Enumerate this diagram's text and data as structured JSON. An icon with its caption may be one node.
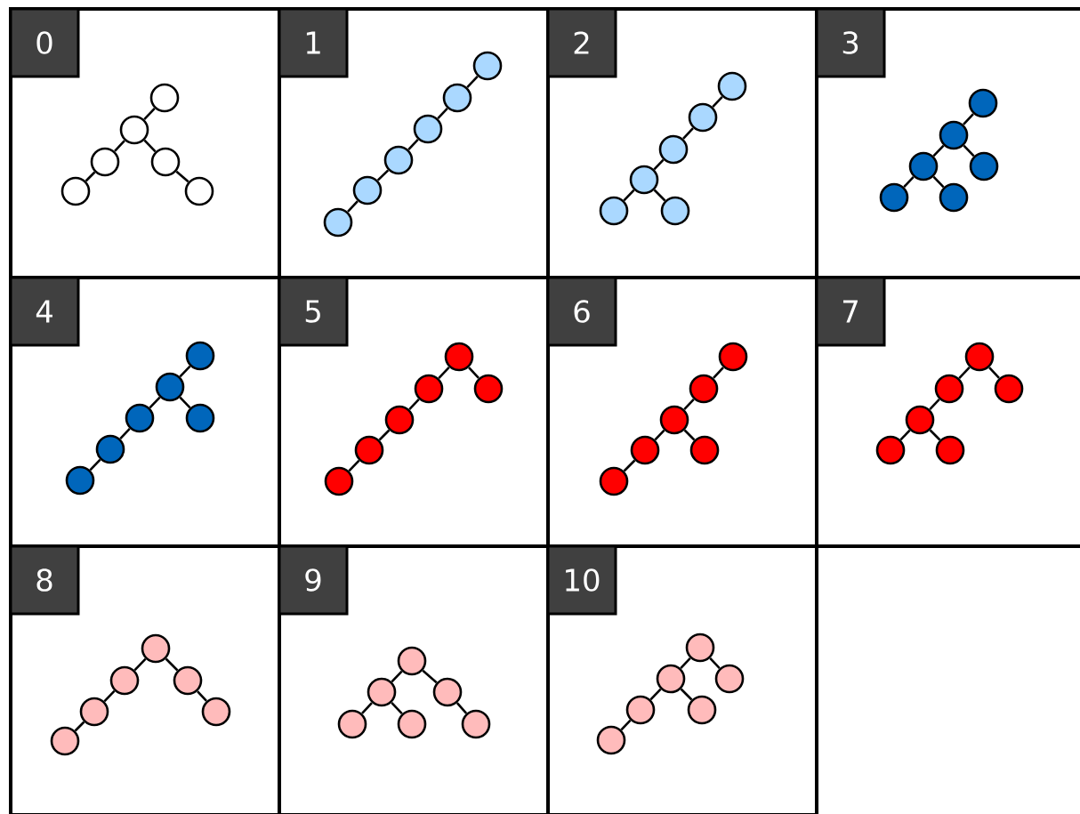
{
  "diagram": {
    "nodes": [
      {
        "text": [
          "0"
        ]
      },
      {
        "text": [],
        "shape": "circle",
        "in": 0
      },
      {
        "text": [],
        "shape": "circle",
        "in": 0
      },
      {
        "text": [],
        "shape": "circle",
        "in": 0
      },
      {
        "text": [],
        "shape": "circle",
        "in": 0
      },
      {
        "text": [],
        "shape": "circle",
        "in": 0
      },
      {
        "text": [],
        "shape": "circle",
        "in": 0
      },
      {
        "text": [
          "1"
        ]
      },
      {
        "text": [],
        "shape": "circle",
        "in": 7
      },
      {
        "text": [],
        "shape": "circle",
        "in": 7
      },
      {
        "text": [],
        "shape": "circle",
        "in": 7
      },
      {
        "text": [],
        "shape": "circle",
        "in": 7
      },
      {
        "text": [],
        "shape": "circle",
        "in": 7
      },
      {
        "text": [],
        "shape": "circle",
        "in": 7
      },
      {
        "text": [
          "2"
        ]
      },
      {
        "text": [],
        "shape": "circle",
        "in": 14
      },
      {
        "text": [],
        "shape": "circle",
        "in": 14
      },
      {
        "text": [],
        "shape": "circle",
        "in": 14
      },
      {
        "text": [],
        "shape": "circle",
        "in": 14
      },
      {
        "text": [],
        "shape": "circle",
        "in": 14
      },
      {
        "text": [],
        "shape": "circle",
        "in": 14
      },
      {
        "text": [
          "3"
        ]
      },
      {
        "text": [],
        "shape": "circle",
        "in": 21
      },
      {
        "text": [],
        "shape": "circle",
        "in": 21
      },
      {
        "text": [],
        "shape": "circle",
        "in": 21
      },
      {
        "text": [],
        "shape": "circle",
        "in": 21
      },
      {
        "text": [],
        "shape": "circle",
        "in": 21
      },
      {
        "text": [],
        "shape": "circle",
        "in": 21
      },
      {
        "text": [
          "4"
        ]
      },
      {
        "text": [],
        "shape": "circle",
        "in": 28
      },
      {
        "text": [],
        "shape": "circle",
        "in": 28
      },
      {
        "text": [],
        "shape": "circle",
        "in": 28
      },
      {
        "text": [],
        "shape": "circle",
        "in": 28
      },
      {
        "text": [],
        "shape": "circle",
        "in": 28
      },
      {
        "text": [],
        "shape": "circle",
        "in": 28
      },
      {
        "text": [
          "5"
        ]
      },
      {
        "text": [],
        "shape": "circle",
        "in": 35
      },
      {
        "text": [],
        "shape": "circle",
        "in": 35
      },
      {
        "text": [],
        "shape": "circle",
        "in": 35
      },
      {
        "text": [],
        "shape": "circle",
        "in": 35
      },
      {
        "text": [],
        "shape": "circle",
        "in": 35
      },
      {
        "text": [],
        "shape": "circle",
        "in": 35
      },
      {
        "text": [
          "6"
        ]
      },
      {
        "text": [],
        "shape": "circle",
        "in": 42
      },
      {
        "text": [],
        "shape": "circle",
        "in": 42
      },
      {
        "text": [],
        "shape": "circle",
        "in": 42
      },
      {
        "text": [],
        "shape": "circle",
        "in": 42
      },
      {
        "text": [],
        "shape": "circle",
        "in": 42
      },
      {
        "text": [],
        "shape": "circle",
        "in": 42
      },
      {
        "text": [
          "7"
        ]
      },
      {
        "text": [],
        "shape": "circle",
        "in": 49
      },
      {
        "text": [],
        "shape": "circle",
        "in": 49
      },
      {
        "text": [],
        "shape": "circle",
        "in": 49
      },
      {
        "text": [],
        "shape": "circle",
        "in": 49
      },
      {
        "text": [],
        "shape": "circle",
        "in": 49
      },
      {
        "text": [],
        "shape": "circle",
        "in": 49
      },
      {
        "text": [
          "8"
        ]
      },
      {
        "text": [],
        "shape": "circle",
        "in": 56
      },
      {
        "text": [],
        "shape": "circle",
        "in": 56
      },
      {
        "text": [],
        "shape": "circle",
        "in": 56
      },
      {
        "text": [],
        "shape": "circle",
        "in": 56
      },
      {
        "text": [],
        "shape": "circle",
        "in": 56
      },
      {
        "text": [],
        "shape": "circle",
        "in": 56
      },
      {
        "text": [
          "9"
        ]
      },
      {
        "text": [],
        "shape": "circle",
        "in": 63
      },
      {
        "text": [],
        "shape": "circle",
        "in": 63
      },
      {
        "text": [],
        "shape": "circle",
        "in": 63
      },
      {
        "text": [],
        "shape": "circle",
        "in": 63
      },
      {
        "text": [],
        "shape": "circle",
        "in": 63
      },
      {
        "text": [],
        "shape": "circle",
        "in": 63
      },
      {
        "text": [
          "10"
        ]
      },
      {
        "text": [],
        "shape": "circle",
        "in": 70
      },
      {
        "text": [],
        "shape": "circle",
        "in": 70
      },
      {
        "text": [],
        "shape": "circle",
        "in": 70
      },
      {
        "text": [],
        "shape": "circle",
        "in": 70
      },
      {
        "text": [],
        "shape": "circle",
        "in": 70
      },
      {
        "text": [],
        "shape": "circle",
        "in": 70
      }
    ],
    "edges": [
      {
        "from": 1,
        "to": 2,
        "arrow": "none"
      },
      {
        "from": 2,
        "to": 3,
        "arrow": "none"
      },
      {
        "from": 3,
        "to": 4,
        "arrow": "none"
      },
      {
        "from": 2,
        "to": 5,
        "arrow": "none"
      },
      {
        "from": 5,
        "to": 6,
        "arrow": "none"
      },
      {
        "from": 8,
        "to": 9,
        "arrow": "none"
      },
      {
        "from": 9,
        "to": 10,
        "arrow": "none"
      },
      {
        "from": 10,
        "to": 11,
        "arrow": "none"
      },
      {
        "from": 11,
        "to": 12,
        "arrow": "none"
      },
      {
        "from": 12,
        "to": 13,
        "arrow": "none"
      },
      {
        "from": 15,
        "to": 16,
        "arrow": "none"
      },
      {
        "from": 16,
        "to": 17,
        "arrow": "none"
      },
      {
        "from": 17,
        "to": 18,
        "arrow": "none"
      },
      {
        "from": 18,
        "to": 19,
        "arrow": "none"
      },
      {
        "from": 18,
        "to": 20,
        "arrow": "none"
      },
      {
        "from": 22,
        "to": 23,
        "arrow": "none"
      },
      {
        "from": 23,
        "to": 24,
        "arrow": "none"
      },
      {
        "from": 23,
        "to": 25,
        "arrow": "none"
      },
      {
        "from": 25,
        "to": 26,
        "arrow": "none"
      },
      {
        "from": 25,
        "to": 27,
        "arrow": "none"
      },
      {
        "from": 29,
        "to": 30,
        "arrow": "none"
      },
      {
        "from": 30,
        "to": 31,
        "arrow": "none"
      },
      {
        "from": 30,
        "to": 32,
        "arrow": "none"
      },
      {
        "from": 32,
        "to": 33,
        "arrow": "none"
      },
      {
        "from": 33,
        "to": 34,
        "arrow": "none"
      },
      {
        "from": 36,
        "to": 37,
        "arrow": "none"
      },
      {
        "from": 36,
        "to": 38,
        "arrow": "none"
      },
      {
        "from": 38,
        "to": 39,
        "arrow": "none"
      },
      {
        "from": 39,
        "to": 40,
        "arrow": "none"
      },
      {
        "from": 40,
        "to": 41,
        "arrow": "none"
      },
      {
        "from": 43,
        "to": 44,
        "arrow": "none"
      },
      {
        "from": 44,
        "to": 45,
        "arrow": "none"
      },
      {
        "from": 45,
        "to": 46,
        "arrow": "none"
      },
      {
        "from": 45,
        "to": 47,
        "arrow": "none"
      },
      {
        "from": 47,
        "to": 48,
        "arrow": "none"
      },
      {
        "from": 50,
        "to": 51,
        "arrow": "none"
      },
      {
        "from": 50,
        "to": 52,
        "arrow": "none"
      },
      {
        "from": 52,
        "to": 53,
        "arrow": "none"
      },
      {
        "from": 53,
        "to": 54,
        "arrow": "none"
      },
      {
        "from": 53,
        "to": 55,
        "arrow": "none"
      },
      {
        "from": 57,
        "to": 58,
        "arrow": "none"
      },
      {
        "from": 57,
        "to": 59,
        "arrow": "none"
      },
      {
        "from": 58,
        "to": 60,
        "arrow": "none"
      },
      {
        "from": 59,
        "to": 61,
        "arrow": "none"
      },
      {
        "from": 60,
        "to": 62,
        "arrow": "none"
      },
      {
        "from": 64,
        "to": 65,
        "arrow": "none"
      },
      {
        "from": 64,
        "to": 66,
        "arrow": "none"
      },
      {
        "from": 65,
        "to": 67,
        "arrow": "none"
      },
      {
        "from": 65,
        "to": 68,
        "arrow": "none"
      },
      {
        "from": 66,
        "to": 69,
        "arrow": "none"
      },
      {
        "from": 71,
        "to": 72,
        "arrow": "none"
      },
      {
        "from": 71,
        "to": 73,
        "arrow": "none"
      },
      {
        "from": 72,
        "to": 74,
        "arrow": "none"
      },
      {
        "from": 72,
        "to": 75,
        "arrow": "none"
      },
      {
        "from": 74,
        "to": 76,
        "arrow": "none"
      }
    ]
  }
}
